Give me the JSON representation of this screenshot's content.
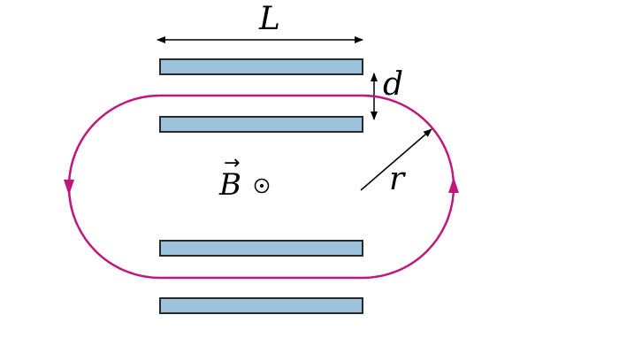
{
  "labels": {
    "length": "L",
    "gap": "d",
    "radius": "r",
    "field": "B",
    "field_vector_arrow": "→",
    "field_direction_symbol": "⊙"
  },
  "colors": {
    "plate_fill": "#9dc3dc",
    "plate_stroke": "#2a2a2a",
    "path": "#c0187a",
    "annotation": "#000000"
  },
  "plates": [
    {
      "name": "plate-top-outer"
    },
    {
      "name": "plate-top-inner"
    },
    {
      "name": "plate-bottom-inner"
    },
    {
      "name": "plate-bottom-outer"
    }
  ]
}
